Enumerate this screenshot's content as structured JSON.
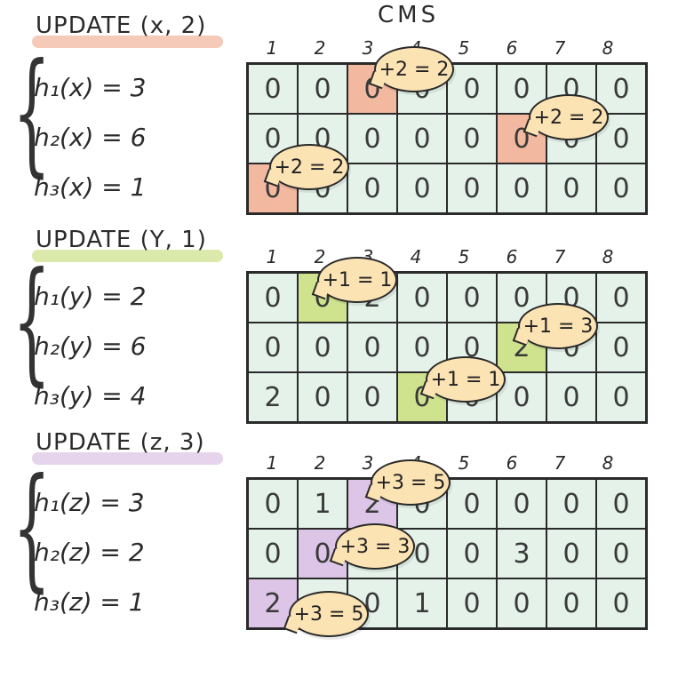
{
  "header": {
    "cms_label": "CMS"
  },
  "colors": {
    "cell_bg": "#e4f2ea",
    "x_highlight": "#f2b8a0",
    "y_highlight": "#cfe38f",
    "z_highlight": "#dcc5e6",
    "bubble": "#fbe3b3"
  },
  "updates": [
    {
      "title": "UPDATE (x, 2)",
      "accent": "#f2b8a0",
      "hashes": [
        "h₁(x) = 3",
        "h₂(x) = 6",
        "h₃(x) = 1"
      ],
      "columns": [
        "1",
        "2",
        "3",
        "4",
        "5",
        "6",
        "7",
        "8"
      ],
      "rows": [
        [
          "0",
          "0",
          "0",
          "0",
          "0",
          "0",
          "0",
          "0"
        ],
        [
          "0",
          "0",
          "0",
          "0",
          "0",
          "0",
          "0",
          "0"
        ],
        [
          "0",
          "0",
          "0",
          "0",
          "0",
          "0",
          "0",
          "0"
        ]
      ],
      "highlights": [
        [
          0,
          2
        ],
        [
          1,
          5
        ],
        [
          2,
          0
        ]
      ],
      "bubbles": [
        {
          "text": "+2 = 2",
          "row": 0,
          "col": 2
        },
        {
          "text": "+2 = 2",
          "row": 1,
          "col": 5
        },
        {
          "text": "+2 = 2",
          "row": 2,
          "col": 0
        }
      ]
    },
    {
      "title": "UPDATE (Y, 1)",
      "accent": "#cfe38f",
      "hashes": [
        "h₁(y) = 2",
        "h₂(y) = 6",
        "h₃(y) = 4"
      ],
      "columns": [
        "1",
        "2",
        "3",
        "4",
        "5",
        "6",
        "7",
        "8"
      ],
      "rows": [
        [
          "0",
          "0",
          "2",
          "0",
          "0",
          "0",
          "0",
          "0"
        ],
        [
          "0",
          "0",
          "0",
          "0",
          "0",
          "2",
          "0",
          "0"
        ],
        [
          "2",
          "0",
          "0",
          "0",
          "0",
          "0",
          "0",
          "0"
        ]
      ],
      "highlights": [
        [
          0,
          1
        ],
        [
          1,
          5
        ],
        [
          2,
          3
        ]
      ],
      "bubbles": [
        {
          "text": "+1 = 1",
          "row": 0,
          "col": 1
        },
        {
          "text": "+1 = 3",
          "row": 1,
          "col": 5
        },
        {
          "text": "+1 = 1",
          "row": 2,
          "col": 3
        }
      ]
    },
    {
      "title": "UPDATE (z, 3)",
      "accent": "#dcc5e6",
      "hashes": [
        "h₁(z) = 3",
        "h₂(z) = 2",
        "h₃(z) = 1"
      ],
      "columns": [
        "1",
        "2",
        "3",
        "4",
        "5",
        "6",
        "7",
        "8"
      ],
      "rows": [
        [
          "0",
          "1",
          "2",
          "0",
          "0",
          "0",
          "0",
          "0"
        ],
        [
          "0",
          "0",
          "0",
          "0",
          "0",
          "3",
          "0",
          "0"
        ],
        [
          "2",
          "0",
          "0",
          "1",
          "0",
          "0",
          "0",
          "0"
        ]
      ],
      "highlights": [
        [
          0,
          2
        ],
        [
          1,
          1
        ],
        [
          2,
          0
        ]
      ],
      "bubbles": [
        {
          "text": "+3 = 5",
          "row": 0,
          "col": 2
        },
        {
          "text": "+3 = 3",
          "row": 1,
          "col": 1
        },
        {
          "text": "+3 = 5",
          "row": 2,
          "col": 0
        }
      ]
    }
  ]
}
